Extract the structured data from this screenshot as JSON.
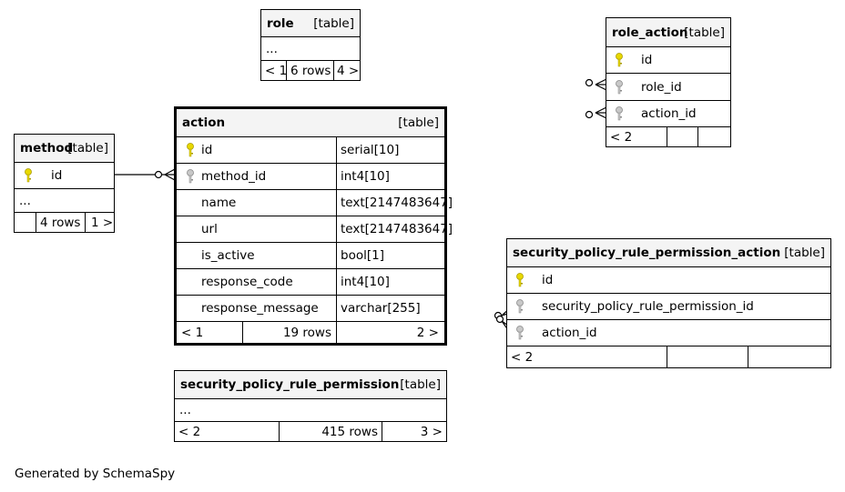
{
  "tables": {
    "role": {
      "name": "role",
      "tag": "[table]",
      "ellipsis": "...",
      "footer": [
        "< 1",
        "6 rows",
        "4 >"
      ]
    },
    "method": {
      "name": "method",
      "tag": "[table]",
      "columns": [
        {
          "name": "id",
          "key": "primary"
        }
      ],
      "ellipsis": "...",
      "footer": [
        "",
        "4 rows",
        "1 >"
      ]
    },
    "action": {
      "name": "action",
      "tag": "[table]",
      "columns": [
        {
          "name": "id",
          "type": "serial[10]",
          "key": "primary"
        },
        {
          "name": "method_id",
          "type": "int4[10]",
          "key": "foreign"
        },
        {
          "name": "name",
          "type": "text[2147483647]",
          "key": ""
        },
        {
          "name": "url",
          "type": "text[2147483647]",
          "key": ""
        },
        {
          "name": "is_active",
          "type": "bool[1]",
          "key": ""
        },
        {
          "name": "response_code",
          "type": "int4[10]",
          "key": ""
        },
        {
          "name": "response_message",
          "type": "varchar[255]",
          "key": ""
        }
      ],
      "footer": [
        "< 1",
        "19 rows",
        "2 >"
      ]
    },
    "role_action": {
      "name": "role_action",
      "tag": "[table]",
      "columns": [
        {
          "name": "id",
          "key": "primary"
        },
        {
          "name": "role_id",
          "key": "foreign"
        },
        {
          "name": "action_id",
          "key": "foreign"
        }
      ],
      "footer": [
        "< 2",
        "",
        ""
      ]
    },
    "sprpa": {
      "name": "security_policy_rule_permission_action",
      "tag": "[table]",
      "columns": [
        {
          "name": "id",
          "key": "primary"
        },
        {
          "name": "security_policy_rule_permission_id",
          "key": "foreign"
        },
        {
          "name": "action_id",
          "key": "foreign"
        }
      ],
      "footer": [
        "< 2",
        "",
        ""
      ]
    },
    "spr_permission": {
      "name": "security_policy_rule_permission",
      "tag": "[table]",
      "ellipsis": "...",
      "footer": [
        "< 2",
        "415 rows",
        "3 >"
      ]
    }
  },
  "colors": {
    "primary_key": "#e8d800",
    "foreign_key": "#b0b0b0",
    "header_bg": "#f4f4f4"
  },
  "icons": {
    "primary": "gold-key-icon",
    "foreign": "gray-key-icon"
  },
  "generated_by": "Generated by SchemaSpy"
}
